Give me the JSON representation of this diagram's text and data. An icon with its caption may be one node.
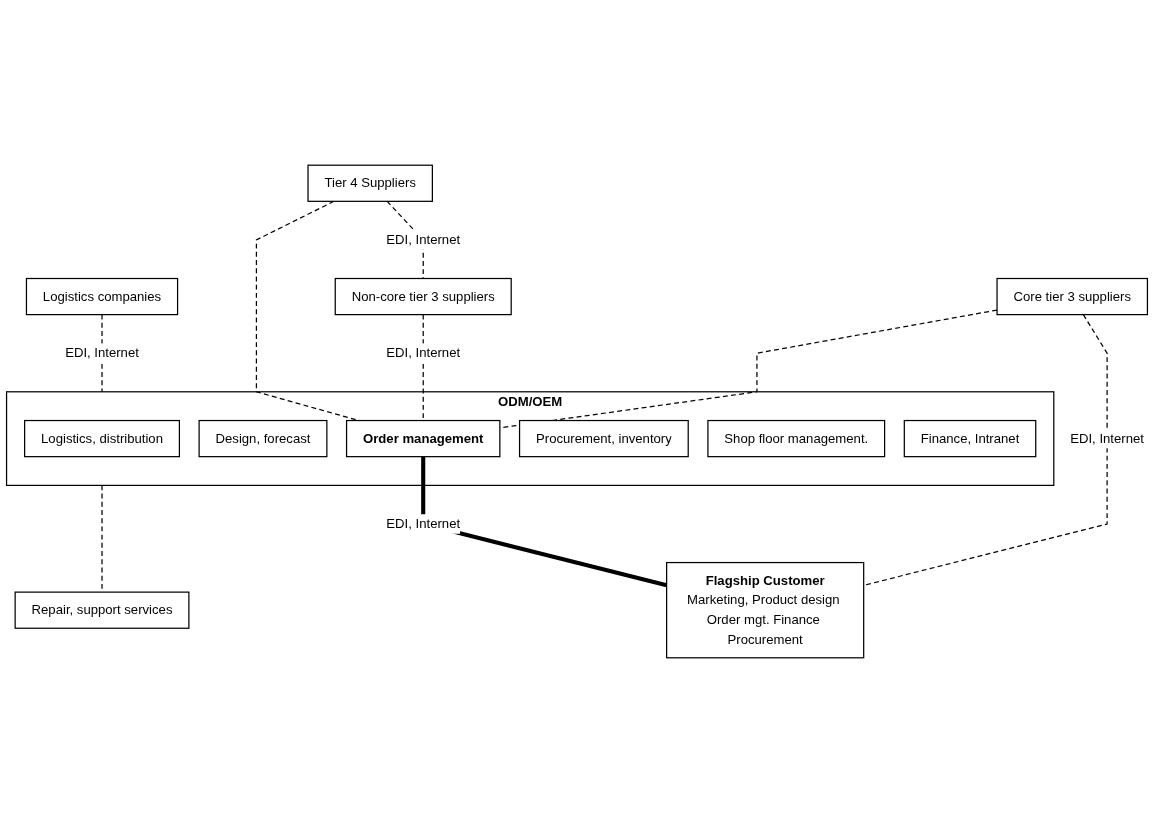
{
  "diagram": {
    "nodes": [
      {
        "text": [
          "Logistics companies"
        ]
      },
      {
        "text": [
          "Tier 4 Suppliers"
        ]
      },
      {
        "text": [
          "ODM/OEM"
        ]
      },
      {
        "text": [
          "Logistics, distribution"
        ],
        "in": 2
      },
      {
        "text": [
          "Design, forecast"
        ],
        "in": 2
      },
      {
        "text": [
          "Order management"
        ],
        "in": 2
      },
      {
        "text": [
          "Procurement, inventory"
        ],
        "in": 2
      },
      {
        "text": [
          "Shop floor management."
        ],
        "in": 2
      },
      {
        "text": [
          "Finance, Intranet"
        ],
        "in": 2
      },
      {
        "text": [
          "Flagship Customer",
          "Marketing, Product design Order mgt. Finance Procurement"
        ]
      },
      {
        "text": [
          "Non-core tier 3 suppliers"
        ]
      },
      {
        "text": [
          "Core tier 3 suppliers"
        ]
      },
      {
        "text": [
          "Repair, support services"
        ]
      }
    ],
    "edges": [
      {
        "from": 0,
        "to": 2,
        "arrow": "none",
        "style": "dashed",
        "label": "EDI, Internet"
      },
      {
        "from": 1,
        "to": 10,
        "arrow": "none",
        "style": "dashed",
        "label": "EDI, Internet"
      },
      {
        "from": 1,
        "to": 5,
        "arrow": "none",
        "style": "dashed"
      },
      {
        "from": 10,
        "to": 5,
        "arrow": "none",
        "style": "dashed",
        "label": "EDI, Internet"
      },
      {
        "from": 5,
        "to": 9,
        "arrow": "none",
        "style": "thick",
        "label": "EDI, Internet"
      },
      {
        "from": 11,
        "to": 5,
        "arrow": "none",
        "style": "dashed"
      },
      {
        "from": 11,
        "to": 9,
        "arrow": "none",
        "style": "dashed",
        "label": "EDI, Internet"
      },
      {
        "from": 2,
        "to": 12,
        "arrow": "none",
        "style": "dashed"
      }
    ]
  }
}
